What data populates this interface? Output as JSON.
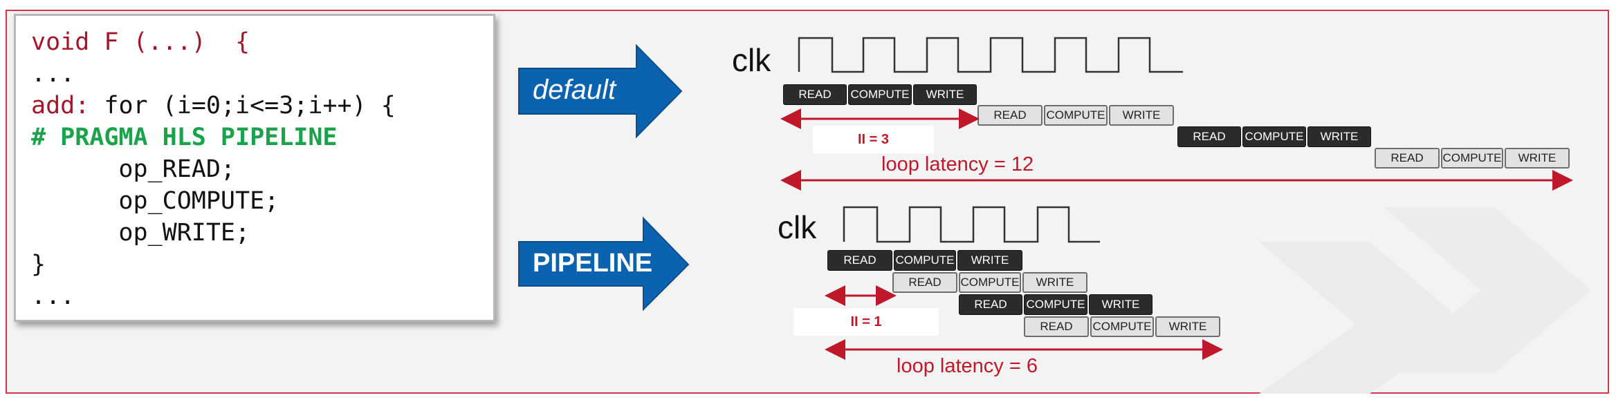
{
  "colors": {
    "frame_border": "#d9334a",
    "code_red": "#a3172b",
    "code_green": "#1aa34a",
    "arrow_blue": "#0b63b0",
    "timing_red": "#c0182b",
    "block_dark": "#2b2b2b",
    "block_light": "#e2e2e2"
  },
  "code": {
    "line1": "void F (...)  {",
    "line2": "...",
    "line3_label": "add:",
    "line3_rest": " for (i=0;i<=3;i++) {",
    "line4": "# PRAGMA HLS PIPELINE",
    "line5": "      op_READ;",
    "line6": "      op_COMPUTE;",
    "line7": "      op_WRITE;",
    "line8": "}",
    "line9": "..."
  },
  "arrows": {
    "default_label": "default",
    "pipeline_label": "PIPELINE"
  },
  "default_timing": {
    "clk_label": "clk",
    "stages": [
      "READ",
      "COMPUTE",
      "WRITE"
    ],
    "ii_label": "II = 3",
    "latency_label": "loop latency = 12"
  },
  "pipeline_timing": {
    "clk_label": "clk",
    "stages": [
      "READ",
      "COMPUTE",
      "WRITE"
    ],
    "ii_label": "II = 1",
    "latency_label": "loop latency = 6"
  }
}
